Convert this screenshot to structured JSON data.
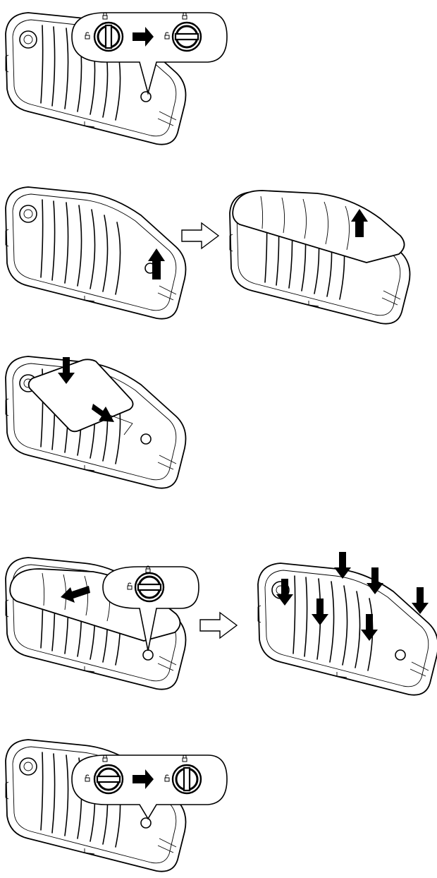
{
  "steps": [
    {
      "id": 1,
      "action": "unlock-battery-cover",
      "screw_from": "locked",
      "screw_to": "unlocked"
    },
    {
      "id": 2,
      "action": "lift-battery-cover"
    },
    {
      "id": 3,
      "action": "insert-battery"
    },
    {
      "id": 4,
      "action": "replace-battery-cover",
      "screw": "unlocked"
    },
    {
      "id": 5,
      "action": "lock-battery-cover",
      "screw_from": "unlocked",
      "screw_to": "locked"
    }
  ],
  "colors": {
    "line": "#000000",
    "background": "#ffffff"
  }
}
